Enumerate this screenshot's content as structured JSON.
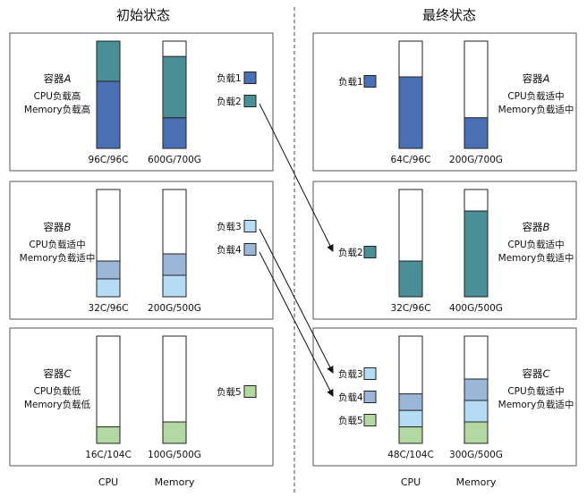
{
  "headings": {
    "left": "初始状态",
    "right": "最终状态"
  },
  "axis_labels": {
    "cpu": "CPU",
    "memory": "Memory"
  },
  "colors": {
    "load1": "#4a6fb5",
    "load2": "#4a8f96",
    "load3": "#b5dcf4",
    "load4": "#9cb6d8",
    "load5": "#b4d8a3",
    "border": "#222222",
    "panel_border": "#555555"
  },
  "loads": [
    {
      "id": "load1",
      "label": "负载1",
      "color": "#4a6fb5"
    },
    {
      "id": "load2",
      "label": "负载2",
      "color": "#4a8f96"
    },
    {
      "id": "load3",
      "label": "负载3",
      "color": "#b5dcf4"
    },
    {
      "id": "load4",
      "label": "负载4",
      "color": "#9cb6d8"
    },
    {
      "id": "load5",
      "label": "负载5",
      "color": "#b4d8a3"
    }
  ],
  "initial": [
    {
      "container": "容器",
      "letter": "A",
      "desc": [
        "CPU负载高",
        "Memory负载高"
      ],
      "cpu_label": "96C/96C",
      "cpu_total": 96,
      "cpu_segments": [
        {
          "load": "load1",
          "value": 60
        },
        {
          "load": "load2",
          "value": 36
        }
      ],
      "mem_label": "600G/700G",
      "mem_total": 700,
      "mem_segments": [
        {
          "load": "load1",
          "value": 200
        },
        {
          "load": "load2",
          "value": 400
        }
      ],
      "legend": [
        "load1",
        "load2"
      ]
    },
    {
      "container": "容器",
      "letter": "B",
      "desc": [
        "CPU负载适中",
        "Memory负载适中"
      ],
      "cpu_label": "32C/96C",
      "cpu_total": 96,
      "cpu_segments": [
        {
          "load": "load3",
          "value": 16
        },
        {
          "load": "load4",
          "value": 16
        }
      ],
      "mem_label": "200G/500G",
      "mem_total": 500,
      "mem_segments": [
        {
          "load": "load3",
          "value": 100
        },
        {
          "load": "load4",
          "value": 100
        }
      ],
      "legend": [
        "load3",
        "load4"
      ]
    },
    {
      "container": "容器",
      "letter": "C",
      "desc": [
        "CPU负载低",
        "Memory负载低"
      ],
      "cpu_label": "16C/104C",
      "cpu_total": 104,
      "cpu_segments": [
        {
          "load": "load5",
          "value": 16
        }
      ],
      "mem_label": "100G/500G",
      "mem_total": 500,
      "mem_segments": [
        {
          "load": "load5",
          "value": 100
        }
      ],
      "legend": [
        "load5"
      ]
    }
  ],
  "final": [
    {
      "container": "容器",
      "letter": "A",
      "desc": [
        "CPU负载适中",
        "Memory负载适中"
      ],
      "cpu_label": "64C/96C",
      "cpu_total": 96,
      "cpu_segments": [
        {
          "load": "load1",
          "value": 64
        }
      ],
      "mem_label": "200G/700G",
      "mem_total": 700,
      "mem_segments": [
        {
          "load": "load1",
          "value": 200
        }
      ],
      "legend": [
        "load1"
      ]
    },
    {
      "container": "容器",
      "letter": "B",
      "desc": [
        "CPU负载适中",
        "Memory负载适中"
      ],
      "cpu_label": "32C/96C",
      "cpu_total": 96,
      "cpu_segments": [
        {
          "load": "load2",
          "value": 32
        }
      ],
      "mem_label": "400G/500G",
      "mem_total": 500,
      "mem_segments": [
        {
          "load": "load2",
          "value": 400
        }
      ],
      "legend": [
        "load2"
      ]
    },
    {
      "container": "容器",
      "letter": "C",
      "desc": [
        "CPU负载适中",
        "Memory负载适中"
      ],
      "cpu_label": "48C/104C",
      "cpu_total": 104,
      "cpu_segments": [
        {
          "load": "load5",
          "value": 16
        },
        {
          "load": "load3",
          "value": 16
        },
        {
          "load": "load4",
          "value": 16
        }
      ],
      "mem_label": "300G/500G",
      "mem_total": 500,
      "mem_segments": [
        {
          "load": "load5",
          "value": 100
        },
        {
          "load": "load3",
          "value": 100
        },
        {
          "load": "load4",
          "value": 100
        }
      ],
      "legend": [
        "load3",
        "load4",
        "load5"
      ]
    }
  ],
  "migrations": [
    {
      "load": "load2",
      "from": "A",
      "to": "B"
    },
    {
      "load": "load3",
      "from": "B",
      "to": "C"
    },
    {
      "load": "load4",
      "from": "B",
      "to": "C"
    }
  ]
}
